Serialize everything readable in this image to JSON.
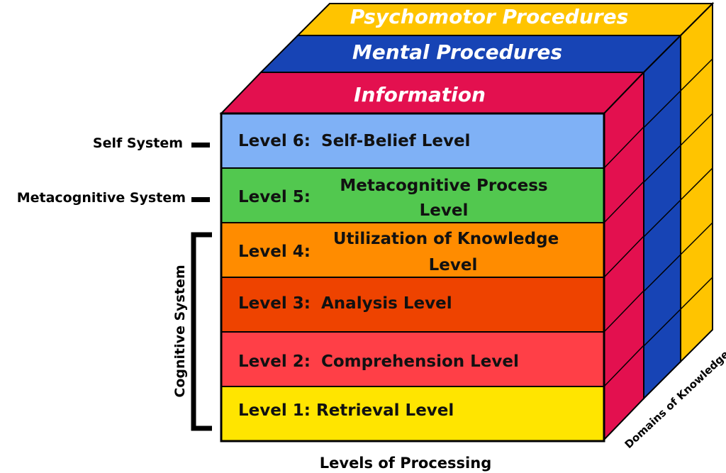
{
  "domains": [
    {
      "label": "Psychomotor Procedures",
      "color": "#FFC400"
    },
    {
      "label": "Mental Procedures",
      "color": "#1744B5"
    },
    {
      "label": "Information",
      "color": "#E3104F"
    }
  ],
  "levels": [
    {
      "prefix": "Level 6:",
      "name": [
        "Self-Belief Level"
      ],
      "color": "#7FB1F6"
    },
    {
      "prefix": "Level 5:",
      "name": [
        "Metacognitive Process",
        "Level"
      ],
      "color": "#52C84F"
    },
    {
      "prefix": "Level 4:",
      "name": [
        "Utilization of Knowledge",
        "Level"
      ],
      "color": "#FF8C00"
    },
    {
      "prefix": "Level 3:",
      "name": [
        "Analysis Level"
      ],
      "color": "#EE4300"
    },
    {
      "prefix": "Level 2:",
      "name": [
        "Comprehension Level"
      ],
      "color": "#FF3F47"
    },
    {
      "prefix": "Level 1:",
      "name": [
        "Retrieval Level"
      ],
      "color": "#FFE500"
    }
  ],
  "systems": {
    "self": "Self System",
    "metacognitive": "Metacognitive System",
    "cognitive": "Cognitive System"
  },
  "axes": {
    "levels_of_processing": "Levels of Processing",
    "domains_of_knowledge": "Domains of Knowledge"
  }
}
